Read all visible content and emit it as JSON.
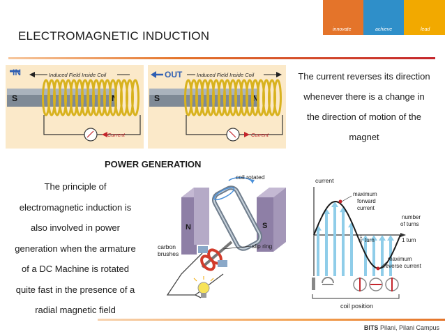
{
  "slide": {
    "title": "ELECTROMAGNETIC INDUCTION",
    "logo_tags": [
      "innovate",
      "achieve",
      "lead"
    ],
    "right_text": [
      "The current reverses its direction",
      "whenever there is a change in",
      "the direction of motion of the",
      "magnet"
    ],
    "section_heading": "POWER GENERATION",
    "left_text": [
      "The principle of",
      "electromagnetic induction is",
      "also involved in power",
      "generation when the armature",
      "of a DC Machine is rotated",
      "quite fast in the presence of a",
      "radial magnetic field"
    ],
    "footer": {
      "brand": "BITS",
      "campus": "Pilani, Pilani Campus"
    }
  },
  "figure_induction": {
    "panel_in": {
      "direction": "IN",
      "field_label": "Induced Field Inside Coil",
      "current_label": "Current",
      "pole_left": "S",
      "pole_right": "N"
    },
    "panel_out": {
      "direction": "OUT",
      "field_label": "Induced Field Inside Coil",
      "current_label": "Current",
      "pole_left": "S",
      "pole_right": "N"
    }
  },
  "figure_generator": {
    "coil_label": "coil rotated",
    "pole_n": "N",
    "pole_s": "S",
    "brushes_label_1": "carbon",
    "brushes_label_2": "brushes",
    "slip_ring_label": "slip ring"
  },
  "figure_waveform": {
    "y_label": "current",
    "max_forward_1": "maximum",
    "max_forward_2": "forward",
    "max_forward_3": "current",
    "turns_1": "number",
    "turns_2": "of turns",
    "half_num": "1",
    "half_den": "2",
    "half_turn": "turn",
    "one_turn": "1 turn",
    "max_reverse_1": "maximum",
    "max_reverse_2": "reverse current",
    "coil_position": "coil position"
  },
  "colors": {
    "orange": "#e4742a",
    "blue": "#2f8fc9",
    "gold": "#f2a900",
    "red": "#c4252b",
    "coil": "#d8b21e",
    "arrow_blue": "#8fcde9"
  }
}
